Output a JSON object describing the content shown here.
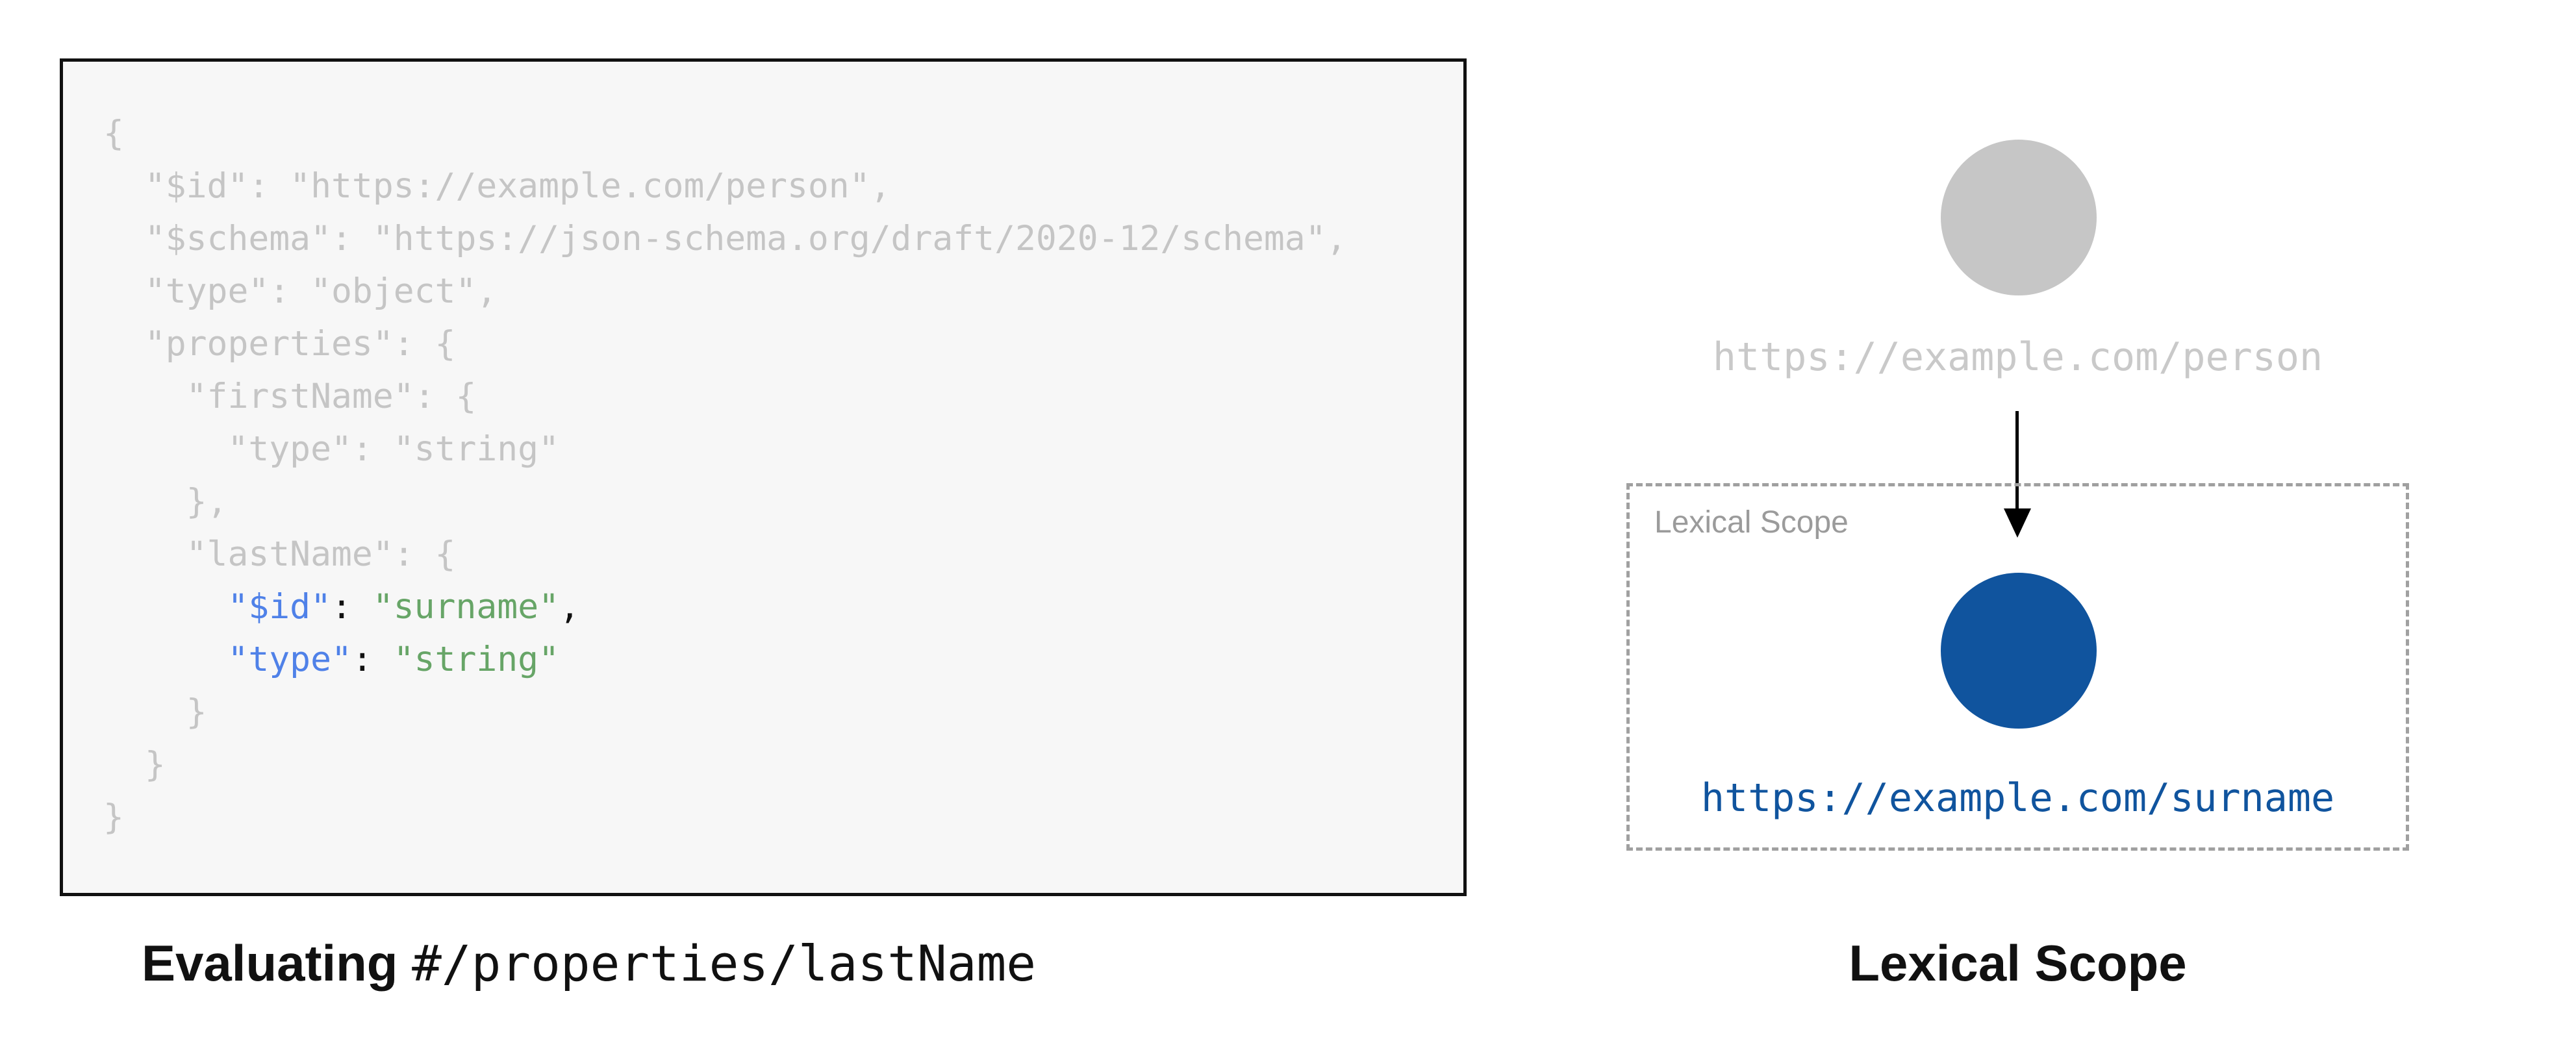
{
  "code_panel": {
    "background": "#f7f7f7",
    "border_color": "#111111",
    "segment_colors": {
      "gray": "#c5c5c5",
      "blue": "#4f81e8",
      "green": "#67a567",
      "dark": "#111111"
    },
    "lines": [
      [
        {
          "t": "{",
          "c": "gray"
        }
      ],
      [
        {
          "t": "  \"$id\": \"https://example.com/person\",",
          "c": "gray"
        }
      ],
      [
        {
          "t": "  \"$schema\": \"https://json-schema.org/draft/2020-12/schema\",",
          "c": "gray"
        }
      ],
      [
        {
          "t": "  \"type\": \"object\",",
          "c": "gray"
        }
      ],
      [
        {
          "t": "  \"properties\": {",
          "c": "gray"
        }
      ],
      [
        {
          "t": "    \"firstName\": {",
          "c": "gray"
        }
      ],
      [
        {
          "t": "      \"type\": \"string\"",
          "c": "gray"
        }
      ],
      [
        {
          "t": "    },",
          "c": "gray"
        }
      ],
      [
        {
          "t": "    \"lastName\": {",
          "c": "gray"
        }
      ],
      [
        {
          "t": "      ",
          "c": "gray"
        },
        {
          "t": "\"$id\"",
          "c": "blue"
        },
        {
          "t": ": ",
          "c": "dark"
        },
        {
          "t": "\"surname\"",
          "c": "green"
        },
        {
          "t": ",",
          "c": "dark"
        }
      ],
      [
        {
          "t": "      ",
          "c": "gray"
        },
        {
          "t": "\"type\"",
          "c": "blue"
        },
        {
          "t": ": ",
          "c": "dark"
        },
        {
          "t": "\"string\"",
          "c": "green"
        }
      ],
      [
        {
          "t": "    }",
          "c": "gray"
        }
      ],
      [
        {
          "t": "  }",
          "c": "gray"
        }
      ],
      [
        {
          "t": "}",
          "c": "gray"
        }
      ]
    ]
  },
  "caption_left": {
    "bold": "Evaluating ",
    "mono": "#/properties/lastName"
  },
  "caption_right": {
    "label": "Lexical Scope"
  },
  "diagram": {
    "parent_node": {
      "fill": "#c6c6c6",
      "label": "https://example.com/person",
      "label_color": "#c9c9c9"
    },
    "arrow": {
      "color": "#000000"
    },
    "scope_box": {
      "label": "Lexical Scope",
      "label_color": "#9b9b9b",
      "border_color": "#a0a0a0"
    },
    "child_node": {
      "fill": "#10549e",
      "label": "https://example.com/surname",
      "label_color": "#10549e"
    }
  }
}
